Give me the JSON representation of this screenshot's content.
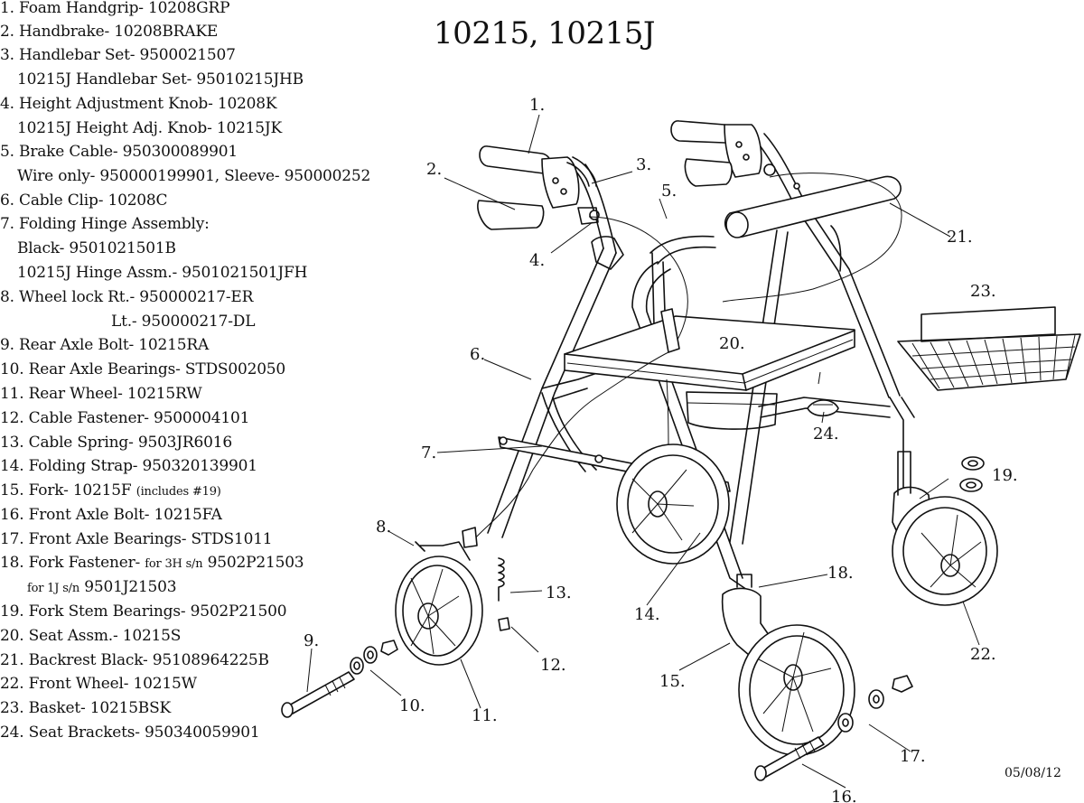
{
  "diagram": {
    "title": "10215, 10215J",
    "date": "05/08/12",
    "parts": [
      {
        "main": "1. Foam Handgrip- 10208GRP"
      },
      {
        "main": "2. Handbrake- 10208BRAKE"
      },
      {
        "main": "3. Handlebar Set- 9500021507"
      },
      {
        "sub": "10215J Handlebar Set- 95010215JHB"
      },
      {
        "main": "4. Height Adjustment Knob- 10208K"
      },
      {
        "sub": "10215J Height Adj. Knob- 10215JK"
      },
      {
        "main": "5. Brake Cable- 950300089901"
      },
      {
        "sub": "Wire only- 950000199901, Sleeve- 950000252"
      },
      {
        "main": "6. Cable Clip- 10208C"
      },
      {
        "main": "7. Folding Hinge Assembly:"
      },
      {
        "sub": "Black- 9501021501B"
      },
      {
        "sub": "10215J Hinge Assm.- 9501021501JFH"
      },
      {
        "main": "8. Wheel lock Rt.- 950000217-ER"
      },
      {
        "sub2": "Lt.- 950000217-DL"
      },
      {
        "main": "9. Rear Axle Bolt- 10215RA"
      },
      {
        "main": "10. Rear Axle Bearings- STDS002050"
      },
      {
        "main": "11. Rear Wheel- 10215RW"
      },
      {
        "main": "12. Cable Fastener- 9500004101"
      },
      {
        "main": "13. Cable Spring- 9503JR6016"
      },
      {
        "main": "14. Folding Strap- 950320139901"
      },
      {
        "main": "15. Fork- 10215F",
        "note": "(includes #19)"
      },
      {
        "main": "16. Front Axle Bolt- 10215FA"
      },
      {
        "main": "17. Front Axle Bearings- STDS1011"
      },
      {
        "main": "18. Fork Fastener-",
        "note": "for 3H s/n",
        "tail": "9502P21503"
      },
      {
        "subnote": "for 1J s/n",
        "tail": "9501J21503"
      },
      {
        "main": "19. Fork Stem Bearings- 9502P21500"
      },
      {
        "main": "20. Seat Assm.- 10215S"
      },
      {
        "main": "21. Backrest Black- 95108964225B"
      },
      {
        "main": "22. Front Wheel- 10215W"
      },
      {
        "main": "23. Basket- 10215BSK"
      },
      {
        "main": "24. Seat Brackets- 950340059901"
      }
    ],
    "callouts": [
      "1.",
      "2.",
      "3.",
      "4.",
      "5.",
      "6.",
      "7.",
      "8.",
      "9.",
      "10.",
      "11.",
      "12.",
      "13.",
      "14.",
      "15.",
      "16.",
      "17.",
      "18.",
      "19.",
      "20.",
      "21.",
      "22.",
      "23.",
      "24."
    ]
  }
}
